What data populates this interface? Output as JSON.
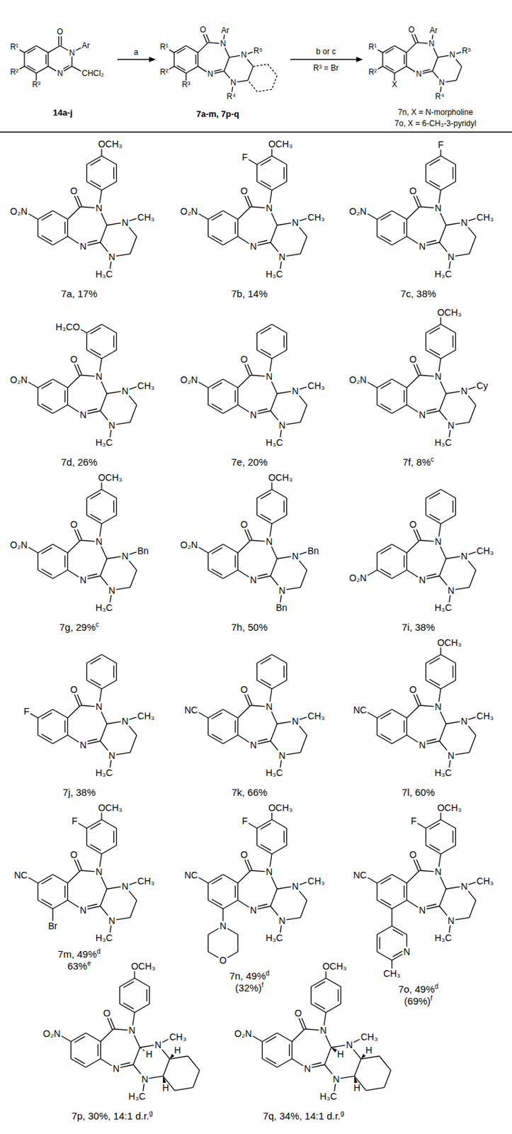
{
  "diagram": {
    "labels": [
      "R¹",
      "R²",
      "R³",
      "O",
      "N",
      "Ar",
      "N",
      "CHCl₂",
      "14a-j",
      "a",
      "R¹",
      "R²",
      "R³",
      "O",
      "N",
      "Ar",
      "N",
      "R⁵",
      "N",
      "N",
      "R⁴",
      "7a-m, 7p-q",
      "b or c",
      "R³ = Br",
      "R¹",
      "R²",
      "X",
      "O",
      "N",
      "Ar",
      "N",
      "R⁵",
      "N",
      "N",
      "R⁴",
      "7n, X = N-morpholine",
      "7o, X = 6-CH₃-3-pyridyl",
      "O₂N",
      "O",
      "N",
      "OCH₃",
      "N",
      "CH₃",
      "N",
      "N",
      "H₃C",
      "7a, 17%",
      "O₂N",
      "O",
      "N",
      "F",
      "OCH₃",
      "N",
      "CH₃",
      "N",
      "N",
      "H₃C",
      "7b, 14%",
      "O₂N",
      "O",
      "N",
      "F",
      "N",
      "CH₃",
      "N",
      "N",
      "H₃C",
      "7c, 38%",
      "O₂N",
      "O",
      "N",
      "H₃CO",
      "N",
      "CH₃",
      "N",
      "N",
      "H₃C",
      "7d, 26%",
      "O₂N",
      "O",
      "N",
      "N",
      "CH₃",
      "N",
      "N",
      "H₃C",
      "7e, 20%",
      "O₂N",
      "O",
      "N",
      "OCH₃",
      "N",
      "Cy",
      "N",
      "N",
      "H₃C",
      "7f, 8%",
      "c",
      "O₂N",
      "O",
      "N",
      "OCH₃",
      "N",
      "Bn",
      "N",
      "N",
      "H₃C",
      "7g, 29%",
      "c",
      "O₂N",
      "O",
      "N",
      "OCH₃",
      "N",
      "Bn",
      "N",
      "N",
      "Bn",
      "7h, 50%",
      "O₂N",
      "O",
      "N",
      "N",
      "CH₃",
      "N",
      "N",
      "H₃C",
      "7i, 38%",
      "F",
      "O",
      "N",
      "N",
      "CH₃",
      "N",
      "N",
      "H₃C",
      "7j, 38%",
      "NC",
      "O",
      "N",
      "N",
      "CH₃",
      "N",
      "N",
      "H₃C",
      "7k, 66%",
      "NC",
      "O",
      "N",
      "OCH₃",
      "N",
      "CH₃",
      "N",
      "N",
      "H₃C",
      "7l, 60%",
      "NC",
      "O",
      "N",
      "F",
      "OCH₃",
      "N",
      "CH₃",
      "N",
      "N",
      "H₃C",
      "Br",
      "7m, 49%",
      "d",
      "63%",
      "e",
      "NC",
      "O",
      "N",
      "F",
      "OCH₃",
      "N",
      "CH₃",
      "N",
      "N",
      "H₃C",
      "N",
      "O",
      "7n, 49%",
      "d",
      "(32%)",
      "f",
      "NC",
      "O",
      "N",
      "F",
      "OCH₃",
      "N",
      "CH₃",
      "N",
      "N",
      "H₃C",
      "N",
      "CH₃",
      "7o, 49%",
      "d",
      "(69%)",
      "f",
      "O₂N",
      "O",
      "N",
      "OCH₃",
      "N",
      "CH₃",
      "N",
      "N",
      "H₃C",
      "H",
      "H",
      "H",
      "7p, 30%, 14:1 d.r.",
      "g",
      "O₂N",
      "O",
      "N",
      "OCH₃",
      "N",
      "CH₃",
      "N",
      "N",
      "H₃C",
      "H",
      "H",
      "H",
      "7q, 34%, 14:1 d.r.",
      "g"
    ]
  }
}
